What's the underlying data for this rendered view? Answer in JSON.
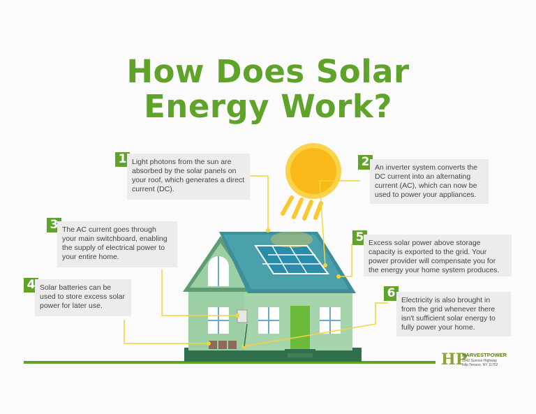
{
  "title": {
    "line1": "How Does Solar",
    "line2": "Energy Work?"
  },
  "steps": [
    {
      "number": "1",
      "text": "Light photons from the sun are absorbed by the solar panels on your roof, which generates a direct current (DC)."
    },
    {
      "number": "2",
      "text": "An inverter system converts the DC current into an alternating current (AC), which can now be used to power your appliances."
    },
    {
      "number": "3",
      "text": "The AC current goes through your main switchboard, enabling the supply of electrical power to your entire home."
    },
    {
      "number": "4",
      "text": "Solar batteries can be used to store excess solar power for later use."
    },
    {
      "number": "5",
      "text": "Excess solar power above storage capacity is exported to the grid. Your power provider will compensate you for the energy your home system produces."
    },
    {
      "number": "6",
      "text": "Electricity is also brought in from the grid whenever there isn't sufficient solar energy to fully power your home."
    }
  ],
  "brand": {
    "mark": "HP",
    "name": "HARVESTPOWER",
    "address_line1": "2942 Sunrise Highway",
    "address_line2": "Islip Terrace, NY 11752"
  },
  "colors": {
    "accent_green": "#5fa32b",
    "connector_yellow": "#f5d33a",
    "sun": "#f9b918",
    "house_wall": "#9dcfa5",
    "roof": "#3f8f9a",
    "panel": "#2a8ca8",
    "door": "#6bbb3a",
    "text_box": "#ececec"
  },
  "icons": [
    "sun-icon",
    "solar-panel-icon",
    "house-icon",
    "inverter-icon",
    "battery-icon",
    "grid-line-icon"
  ]
}
